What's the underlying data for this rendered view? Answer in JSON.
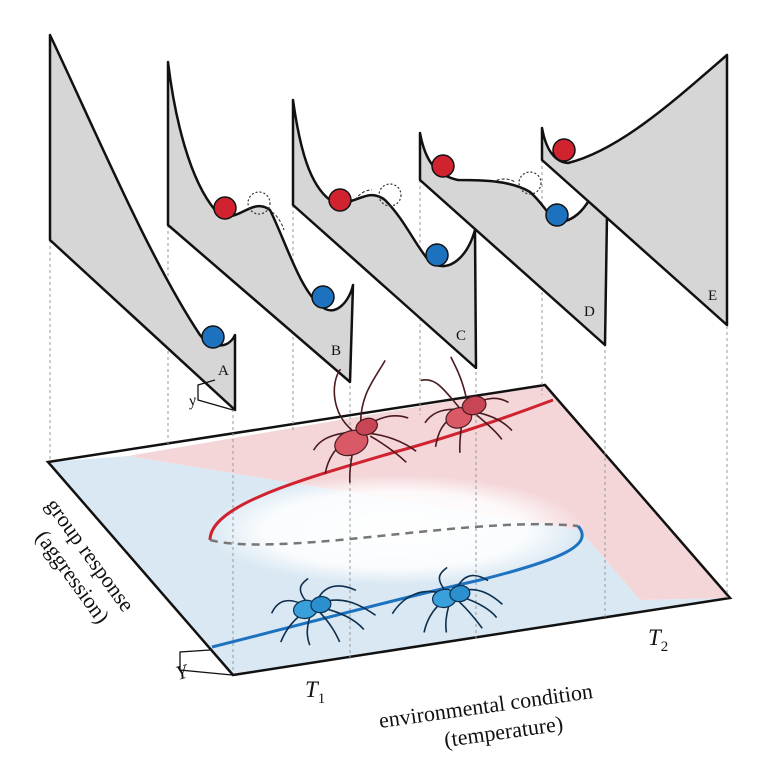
{
  "panels": [
    {
      "label": "A"
    },
    {
      "label": "B"
    },
    {
      "label": "C"
    },
    {
      "label": "D"
    },
    {
      "label": "E"
    }
  ],
  "axes": {
    "y_label_line1": "group response",
    "y_label_line2": "(aggression)",
    "y_symbol": "Y",
    "panel_y_symbol": "y",
    "x_label_line1": "environmental condition",
    "x_label_line2": "(temperature)",
    "t1_main": "T",
    "t1_sub": "1",
    "t2_main": "T",
    "t2_sub": "2"
  },
  "colors": {
    "aggressive": "#d0232f",
    "docile": "#1d72c0",
    "panel_fill": "#d6d6d6",
    "plane_red": "#f4d6d9",
    "plane_blue": "#d9e8f3"
  }
}
